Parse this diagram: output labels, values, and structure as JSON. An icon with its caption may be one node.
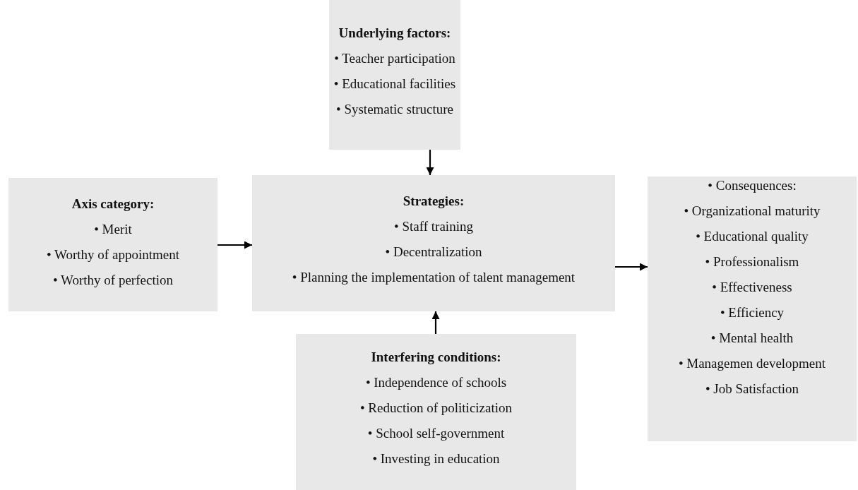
{
  "diagram": {
    "nodes": [
      {
        "text": [
          "Underlying factors:",
          "• Teacher participation",
          "• Educational facilities",
          "• Systematic structure"
        ]
      },
      {
        "text": [
          "Axis category:",
          "• Merit",
          "• Worthy of appointment",
          "• Worthy of perfection"
        ]
      },
      {
        "text": [
          "Strategies:",
          "• Staff training",
          "• Decentralization",
          "• Planning the implementation of talent management"
        ]
      },
      {
        "text": [
          "• Consequences:",
          "• Organizational maturity",
          "• Educational quality",
          "• Professionalism",
          "• Effectiveness",
          "• Efficiency",
          "• Mental health",
          "• Managemen development",
          "• Job Satisfaction"
        ]
      },
      {
        "text": [
          "Interfering conditions:",
          "• Independence of schools",
          "• Reduction of politicization",
          "• School self-government",
          "• Investing in education"
        ]
      }
    ],
    "edges": [
      {
        "from": 0,
        "to": 2,
        "arrow": "to"
      },
      {
        "from": 1,
        "to": 2,
        "arrow": "to"
      },
      {
        "from": 2,
        "to": 3,
        "arrow": "to"
      },
      {
        "from": 4,
        "to": 2,
        "arrow": "to"
      }
    ]
  }
}
